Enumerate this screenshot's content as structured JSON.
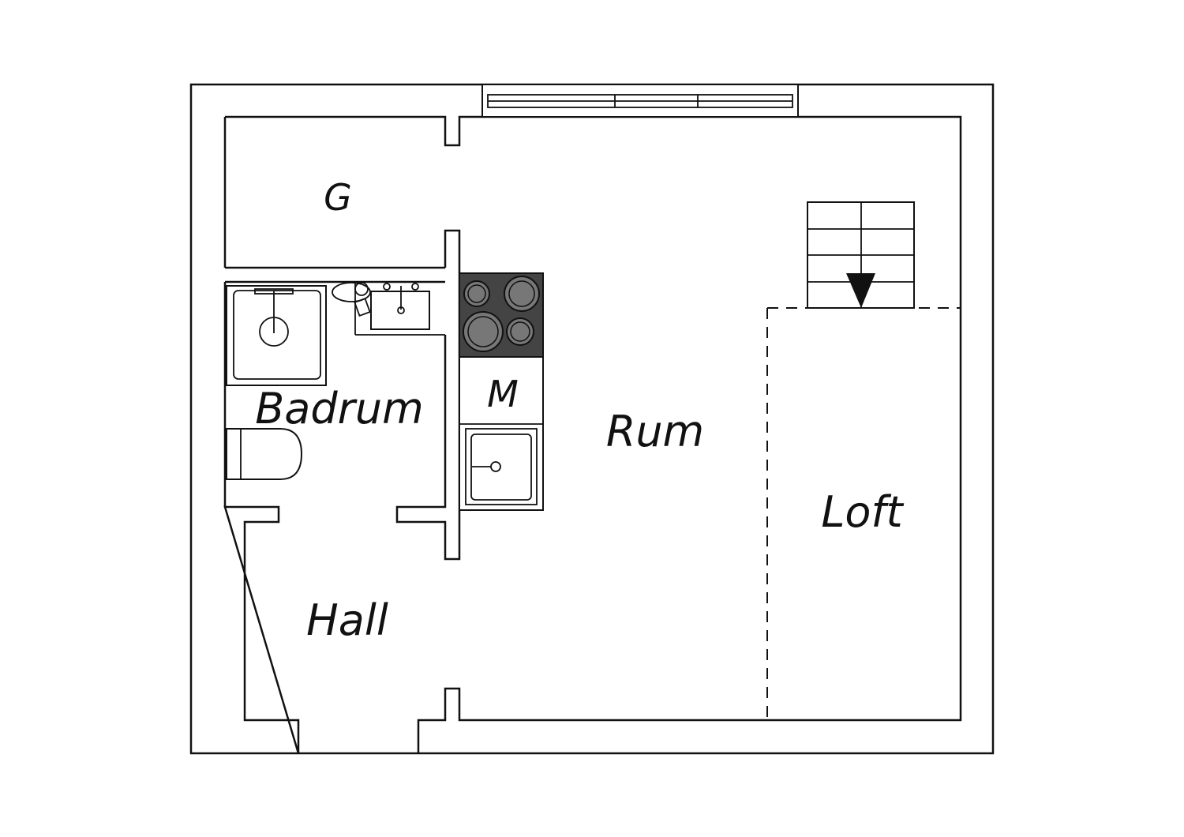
{
  "rooms": {
    "storage": "G",
    "bathroom": "Badrum",
    "microwave": "M",
    "living_room": "Rum",
    "loft": "Loft",
    "hall": "Hall"
  },
  "colors": {
    "line": "#111111",
    "stove_top": "#444444",
    "burner": "#777777",
    "background": "#ffffff"
  },
  "icons": [
    "window-icon",
    "staircase-icon",
    "stairs-down-arrow-icon",
    "stove-icon",
    "kitchen-sink-icon",
    "shower-icon",
    "bathroom-sink-icon",
    "toilet-icon"
  ]
}
